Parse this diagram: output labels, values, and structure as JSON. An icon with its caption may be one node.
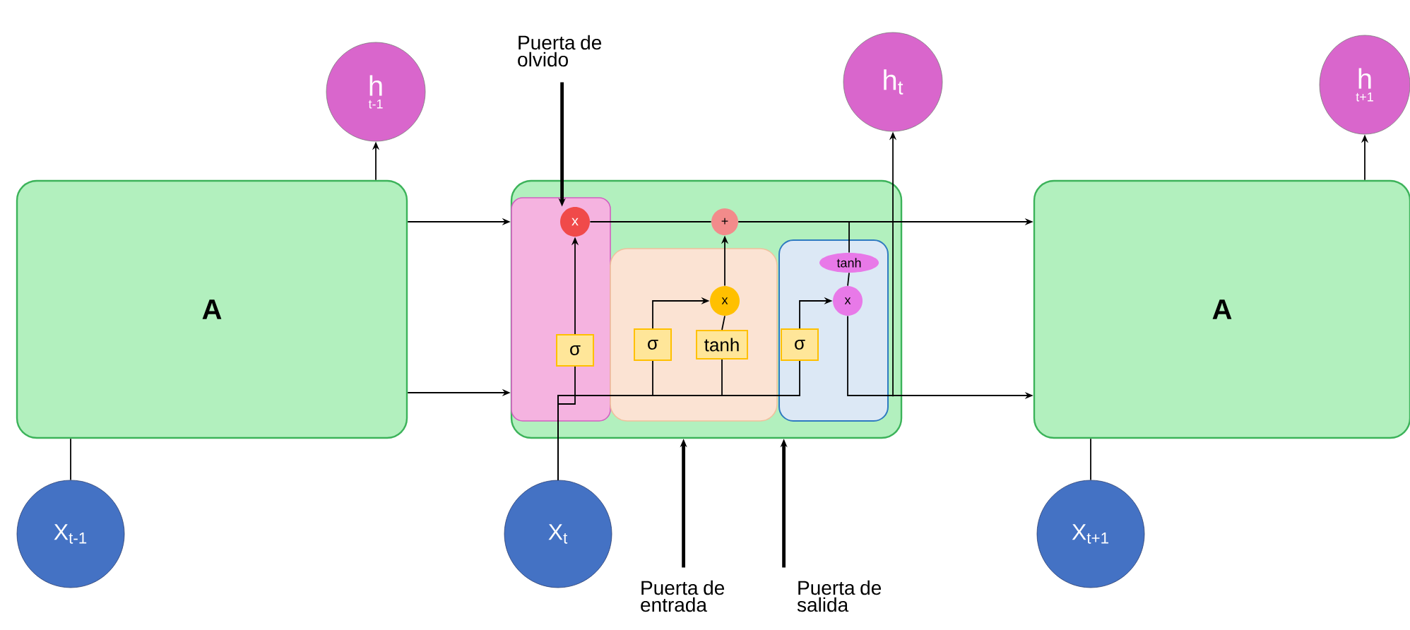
{
  "diagram": {
    "nodes": [
      {
        "text": [
          "A"
        ]
      },
      {
        "text": [],
        "shape": "box"
      },
      {
        "text": [
          "A"
        ]
      },
      {
        "text": [
          "h",
          "t-1"
        ]
      },
      {
        "text": [
          "h$_{t}$"
        ]
      },
      {
        "text": [
          "h",
          "t+1"
        ]
      },
      {
        "text": [
          "X$_{t-1}$"
        ]
      },
      {
        "text": [
          "X$_{t}$"
        ]
      },
      {
        "text": [
          "X$_{t+1}$"
        ]
      },
      {
        "text": [],
        "shape": "box",
        "in": 1
      },
      {
        "text": [],
        "shape": "box",
        "in": 1
      },
      {
        "text": [],
        "shape": "box",
        "in": 1
      },
      {
        "text": [
          "x"
        ],
        "in": 9
      },
      {
        "text": [
          "+"
        ],
        "in": 1
      },
      {
        "text": [
          "σ"
        ],
        "in": 9
      },
      {
        "text": [
          "σ"
        ],
        "in": 10
      },
      {
        "text": [
          "tanh"
        ],
        "in": 10
      },
      {
        "text": [
          "x"
        ],
        "in": 10
      },
      {
        "text": [
          "σ"
        ],
        "in": 11
      },
      {
        "text": [
          "tanh"
        ],
        "in": 11
      },
      {
        "text": [
          "x"
        ],
        "in": 11
      },
      {
        "text": [
          "Puerta de olvido"
        ]
      },
      {
        "text": [
          "Puerta de entrada"
        ]
      },
      {
        "text": [
          "Puerta de salida"
        ]
      }
    ],
    "edges": [
      {
        "from": 0,
        "to": 1,
        "arrow": "to"
      },
      {
        "from": 0,
        "to": 1,
        "arrow": "to"
      },
      {
        "from": 12,
        "to": 13,
        "arrow": "none"
      },
      {
        "from": 13,
        "to": 2,
        "arrow": "to"
      },
      {
        "from": 14,
        "to": 12,
        "arrow": "to"
      },
      {
        "from": 15,
        "to": 17,
        "arrow": "to"
      },
      {
        "from": 16,
        "to": 17,
        "arrow": "none"
      },
      {
        "from": 17,
        "to": 13,
        "arrow": "to"
      },
      {
        "from": 18,
        "to": 20,
        "arrow": "to"
      },
      {
        "from": 19,
        "to": 20,
        "arrow": "none"
      },
      {
        "from": 13,
        "to": 19,
        "arrow": "none"
      },
      {
        "from": 20,
        "to": 2,
        "arrow": "to"
      },
      {
        "from": 7,
        "to": 14,
        "arrow": "none"
      },
      {
        "from": 7,
        "to": 15,
        "arrow": "none"
      },
      {
        "from": 7,
        "to": 16,
        "arrow": "none"
      },
      {
        "from": 7,
        "to": 18,
        "arrow": "none"
      },
      {
        "from": 1,
        "to": 4,
        "arrow": "to"
      },
      {
        "from": 0,
        "to": 3,
        "arrow": "to"
      },
      {
        "from": 2,
        "to": 5,
        "arrow": "to"
      },
      {
        "from": 6,
        "to": 0,
        "arrow": "none"
      },
      {
        "from": 8,
        "to": 2,
        "arrow": "none"
      },
      {
        "from": 21,
        "to": 12,
        "arrow": "to",
        "style": "thick"
      },
      {
        "from": 22,
        "to": 1,
        "arrow": "to",
        "style": "thick"
      },
      {
        "from": 23,
        "to": 1,
        "arrow": "to",
        "style": "thick"
      }
    ]
  }
}
